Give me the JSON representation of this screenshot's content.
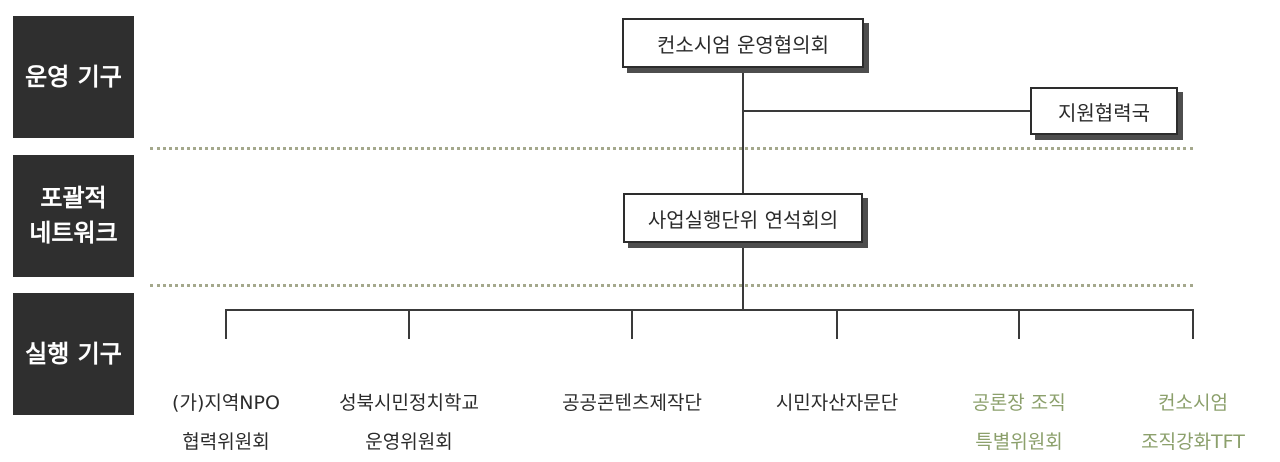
{
  "tiers": [
    {
      "label": "운영 기구"
    },
    {
      "label": "포괄적\n네트워크"
    },
    {
      "label": "실행 기구"
    }
  ],
  "nodes": {
    "council": "컨소시엄 운영협의회",
    "support": "지원협력국",
    "network": "사업실행단위 연석회의"
  },
  "units": [
    {
      "name": "(가)지역NPO\n협력위원회"
    },
    {
      "name": "성북시민정치학교\n운영위원회"
    },
    {
      "name": "공공콘텐츠제작단"
    },
    {
      "name": "시민자산자문단"
    },
    {
      "name": "공론장 조직\n특별위원회",
      "color": "#8ca06c"
    },
    {
      "name": "컨소시엄\n조직강화TFT",
      "color": "#8ca06c"
    }
  ],
  "colors": {
    "tier_bg": "#2f2f2f",
    "divider": "#a4a88c",
    "muted_unit": "#8ca06c"
  }
}
